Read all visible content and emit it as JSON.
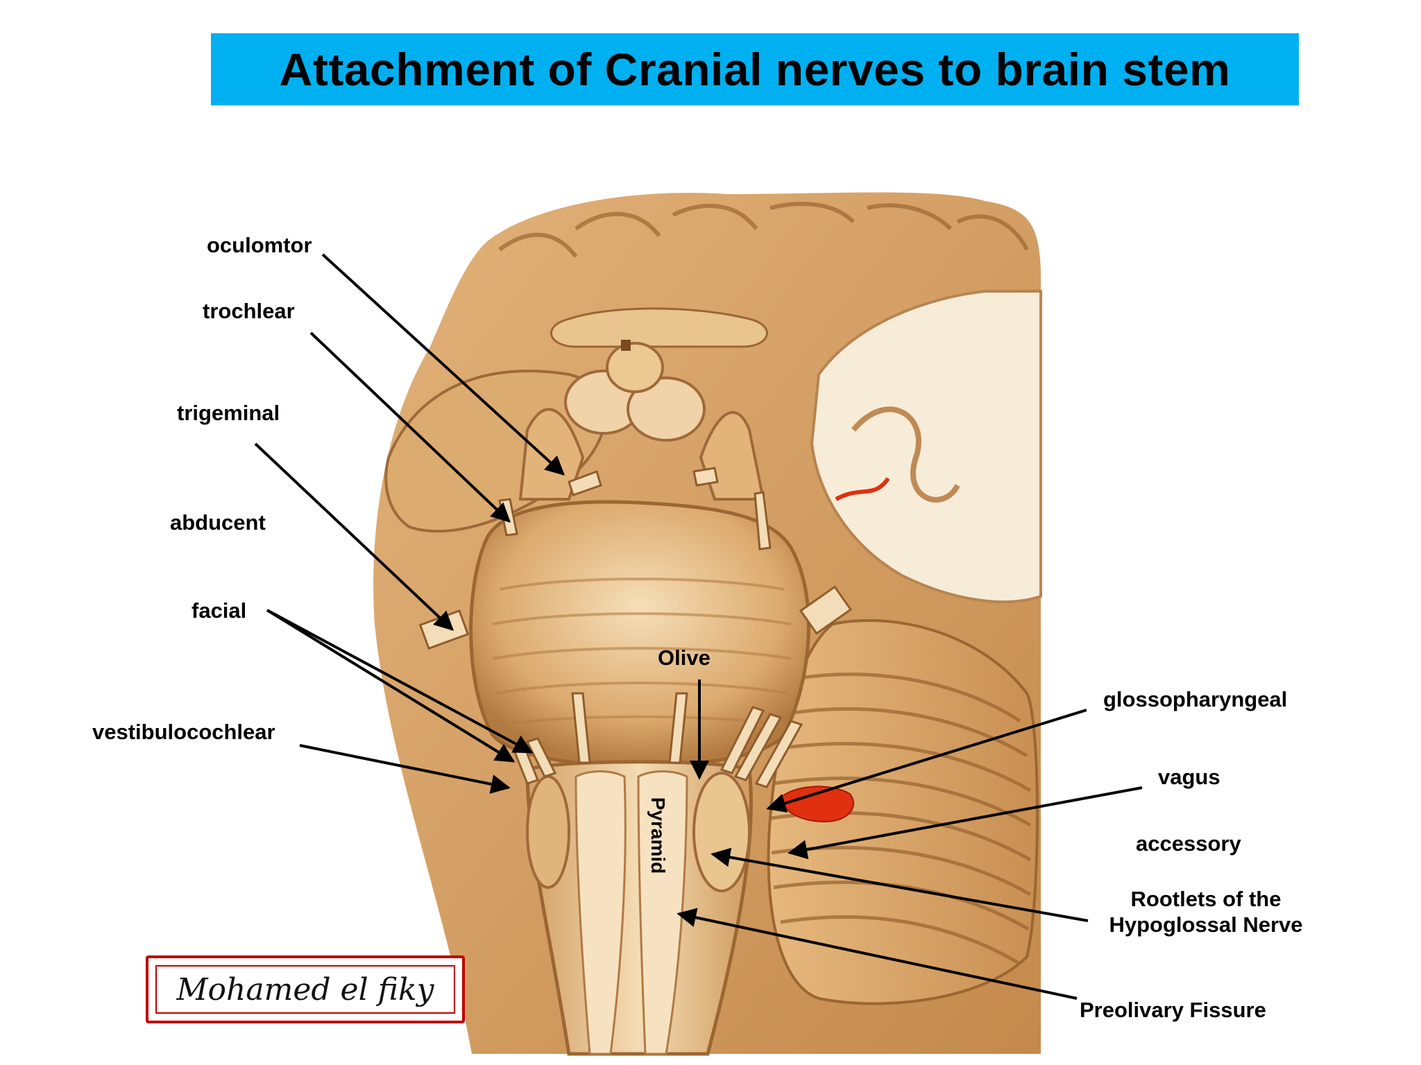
{
  "title": "Attachment of Cranial nerves to brain stem",
  "labels": {
    "oculomotor": "oculomtor",
    "trochlear": "trochlear",
    "trigeminal": "trigeminal",
    "abducent": "abducent",
    "facial": "facial",
    "vestibulocochlear": "vestibulocochlear",
    "olive": "Olive",
    "pyramid": "Pyramid",
    "glossopharyngeal": "glossopharyngeal",
    "vagus": "vagus",
    "accessory": "accessory",
    "hypoglossal_line1": "Rootlets of the",
    "hypoglossal_line2": "Hypoglossal Nerve",
    "preolivary": "Preolivary Fissure"
  },
  "signature": "Mohamed el fiky",
  "colors": {
    "title_bar": "#00b0f0",
    "tissue": "#d9a66a",
    "tissue_light": "#f0d3a8",
    "tissue_dark": "#a8703a",
    "signature_border": "#c00000",
    "accent_red": "#e03010"
  }
}
